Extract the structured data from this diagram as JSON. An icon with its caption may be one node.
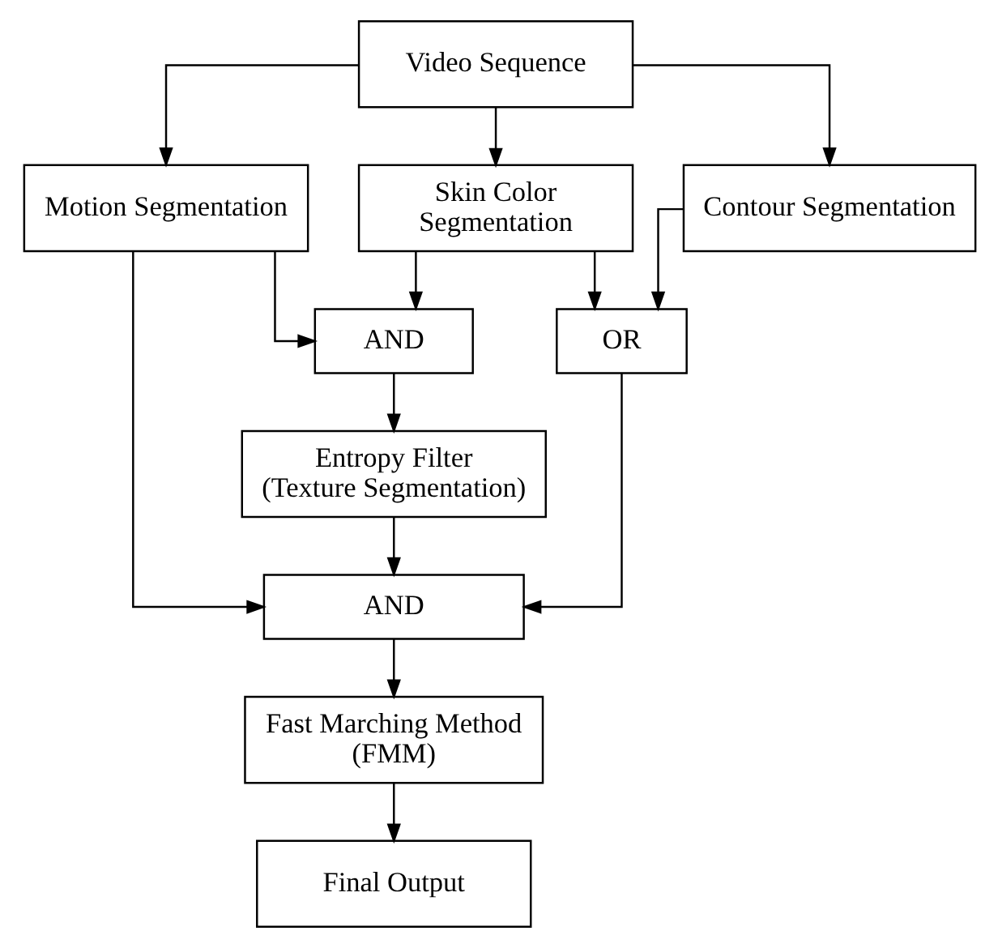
{
  "diagram": {
    "nodes": [
      {
        "text": [
          "Video Sequence"
        ]
      },
      {
        "text": [
          "Motion Segmentation"
        ]
      },
      {
        "text": [
          "Skin Color Segmentation"
        ]
      },
      {
        "text": [
          "Contour Segmentation"
        ]
      },
      {
        "text": [
          "AND"
        ]
      },
      {
        "text": [
          "OR"
        ]
      },
      {
        "text": [
          "Entropy Filter (Texture Segmentation)"
        ]
      },
      {
        "text": [
          "AND"
        ]
      },
      {
        "text": [
          "Fast Marching Method (FMM)"
        ]
      },
      {
        "text": [
          "Final Output"
        ]
      }
    ],
    "edges": [
      {
        "from": 0,
        "to": 1,
        "arrow": "to"
      },
      {
        "from": 0,
        "to": 2,
        "arrow": "to"
      },
      {
        "from": 0,
        "to": 3,
        "arrow": "to"
      },
      {
        "from": 1,
        "to": 4,
        "arrow": "to"
      },
      {
        "from": 2,
        "to": 4,
        "arrow": "to"
      },
      {
        "from": 2,
        "to": 5,
        "arrow": "to"
      },
      {
        "from": 3,
        "to": 5,
        "arrow": "to"
      },
      {
        "from": 4,
        "to": 6,
        "arrow": "to"
      },
      {
        "from": 1,
        "to": 7,
        "arrow": "to"
      },
      {
        "from": 6,
        "to": 7,
        "arrow": "to"
      },
      {
        "from": 5,
        "to": 7,
        "arrow": "to"
      },
      {
        "from": 7,
        "to": 8,
        "arrow": "to"
      },
      {
        "from": 8,
        "to": 9,
        "arrow": "to"
      }
    ]
  }
}
